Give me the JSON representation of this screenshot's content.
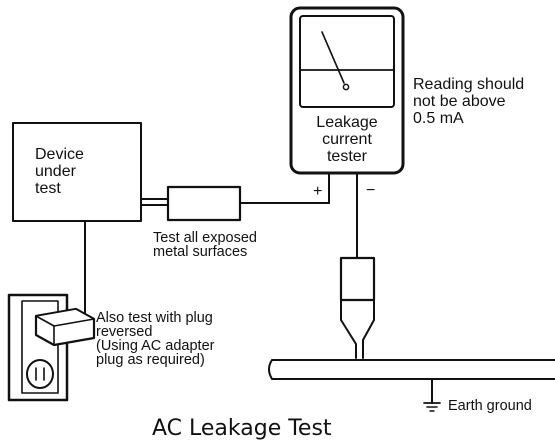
{
  "device_label": "Device\nunder\ntest",
  "tester_label": "Leakage\ncurrent\ntester",
  "reading_note": "Reading should\nnot be above\n0.5 mA",
  "plus_sign": "+",
  "minus_sign": "−",
  "probe_note": "Test all exposed\nmetal surfaces",
  "plug_note": "Also test with plug\nreversed\n(Using AC adapter\nplug as required)",
  "ground_label": "Earth ground",
  "title": "AC Leakage Test"
}
